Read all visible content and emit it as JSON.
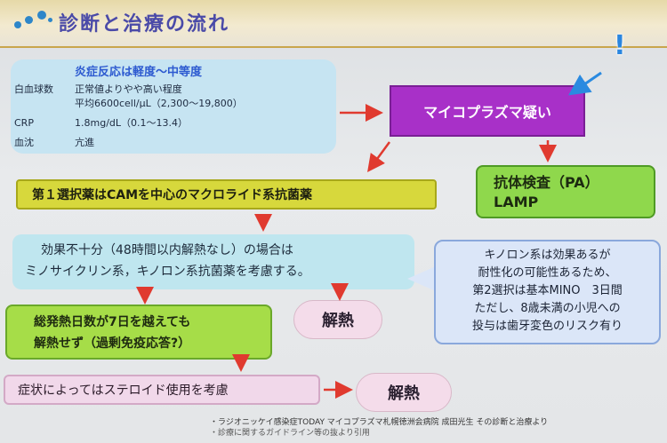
{
  "header": {
    "title": "診断と治療の流れ"
  },
  "tests": {
    "heading": "炎症反応は軽度〜中等度",
    "rows": [
      {
        "key": "白血球数",
        "value": "正常値よりやや高い程度"
      },
      {
        "key": "",
        "value": "平均6600cell/μL（2,300〜19,800）"
      },
      {
        "key": "CRP",
        "value": "1.8mg/dL（0.1〜13.4）"
      },
      {
        "key": "血沈",
        "value": "亢進"
      }
    ]
  },
  "mycoplasma": {
    "label": "マイコプラズマ疑い"
  },
  "antibody": {
    "line1": "抗体検査（PA）",
    "line2": "LAMP"
  },
  "macrolide": {
    "label": "第１選択薬はCAMを中心のマクロライド系抗菌薬"
  },
  "insufficient": {
    "line1": "効果不十分（48時間以内解熱なし）の場合は",
    "line2": "ミノサイクリン系，キノロン系抗菌薬を考慮する。"
  },
  "quinolone": {
    "lines": [
      "キノロン系は効果あるが",
      "耐性化の可能性あるため、",
      "第2選択は基本MINO　3日間",
      "ただし、8歳未満の小児への",
      "投与は歯牙変色のリスク有り"
    ]
  },
  "fever": {
    "line1": "総発熱日数が7日を越えても",
    "line2": "解熱せず（過剰免疫応答?）"
  },
  "defervescence": {
    "label1": "解熱",
    "label2": "解熱"
  },
  "steroid": {
    "label": "症状によってはステロイド使用を考慮"
  },
  "footer": {
    "line1": "・ラジオニッケイ感染症TODAY マイコプラズマ札幌徳洲会病院 成田光生 その診断と治療より",
    "line2": "・診療に関するガイドライン等の抜より引用"
  },
  "annotation": {
    "mark": "!"
  },
  "colors": {
    "arrow_red": "#e03a2f",
    "pointer_blue": "#2a8ae0",
    "accent_purple": "#a830c8"
  }
}
